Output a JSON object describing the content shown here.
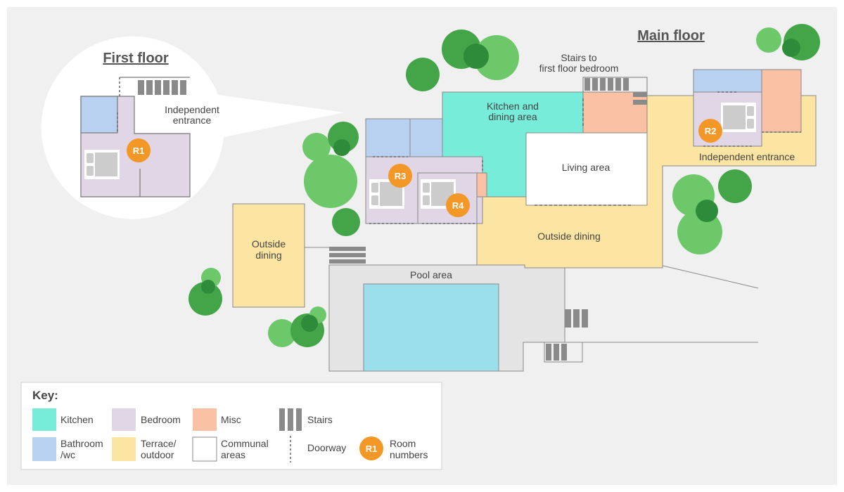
{
  "colors": {
    "background": "#f0f0f0",
    "kitchen": "#76ecd9",
    "bedroom": "#e0d6e5",
    "misc": "#fbc1a5",
    "bathroom": "#b8d1f1",
    "terrace": "#fce5a2",
    "communal": "#ffffff",
    "pool_area": "#e4e4e4",
    "pool_water": "#9bdfed",
    "stairs": "#8a8a8a",
    "room_marker": "#f39727",
    "tree_dark": "#2e8b3a",
    "tree_mid": "#43a548",
    "tree_light": "#6cc869"
  },
  "headings": {
    "first_floor": "First floor",
    "main_floor": "Main floor"
  },
  "labels": {
    "independent_entrance_line1": "Independent",
    "independent_entrance_line2": "entrance",
    "stairs_line1": "Stairs to",
    "stairs_line2": "first floor bedroom",
    "kitchen_line1": "Kitchen and",
    "kitchen_line2": "dining area",
    "living_area": "Living area",
    "independent_entrance_r2": "Independent entrance",
    "outside_dining_main": "Outside dining",
    "outside_dining_left_line1": "Outside",
    "outside_dining_left_line2": "dining",
    "pool_area": "Pool area"
  },
  "rooms": {
    "r1": "R1",
    "r2": "R2",
    "r3": "R3",
    "r4": "R4"
  },
  "key": {
    "title": "Key:",
    "kitchen": "Kitchen",
    "bedroom": "Bedroom",
    "misc": "Misc",
    "stairs": "Stairs",
    "bathroom_line1": "Bathroom",
    "bathroom_line2": "/wc",
    "terrace_line1": "Terrace/",
    "terrace_line2": "outdoor",
    "communal_line1": "Communal",
    "communal_line2": "areas",
    "doorway": "Doorway",
    "room_marker": "R1",
    "room_numbers_line1": "Room",
    "room_numbers_line2": "numbers"
  }
}
